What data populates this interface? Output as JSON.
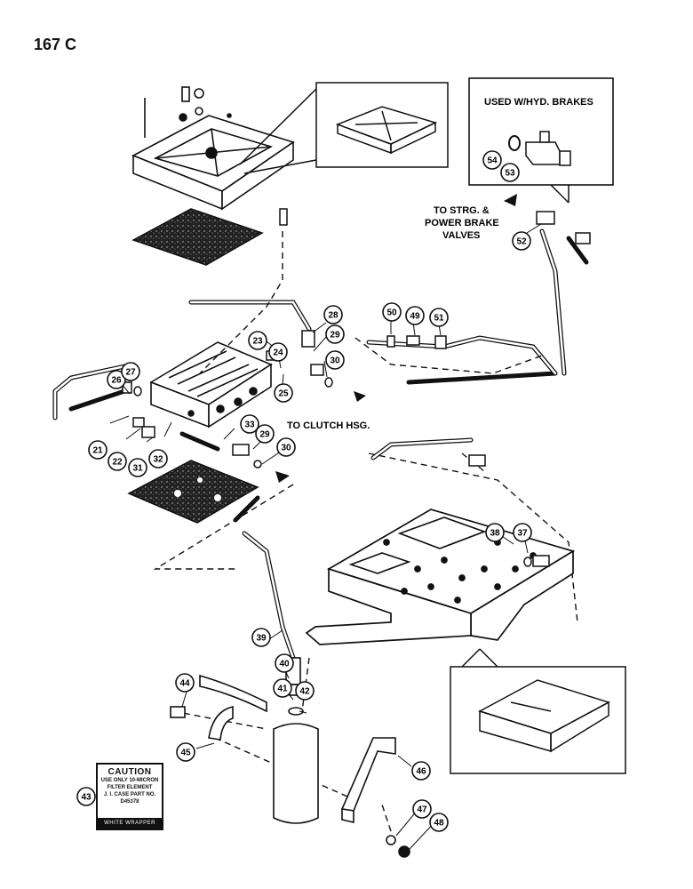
{
  "page_number": "167 C",
  "labels": {
    "hyd_brakes": "USED W/HYD. BRAKES",
    "strg_1": "TO STRG. &",
    "strg_2": "POWER BRAKE",
    "strg_3": "VALVES",
    "clutch": "TO CLUTCH HSG."
  },
  "caution": {
    "title": "CAUTION",
    "lines": [
      "USE ONLY 10-MICRON",
      "FILTER ELEMENT",
      "J. I. CASE PART NO.",
      "D45378"
    ],
    "footer": "WHITE WRAPPER"
  },
  "callouts": [
    "21",
    "22",
    "23",
    "24",
    "25",
    "26",
    "27",
    "28",
    "29",
    "29",
    "30",
    "30",
    "31",
    "32",
    "33",
    "37",
    "38",
    "39",
    "40",
    "41",
    "42",
    "43",
    "44",
    "45",
    "46",
    "47",
    "48",
    "49",
    "50",
    "51",
    "52",
    "53",
    "54"
  ]
}
